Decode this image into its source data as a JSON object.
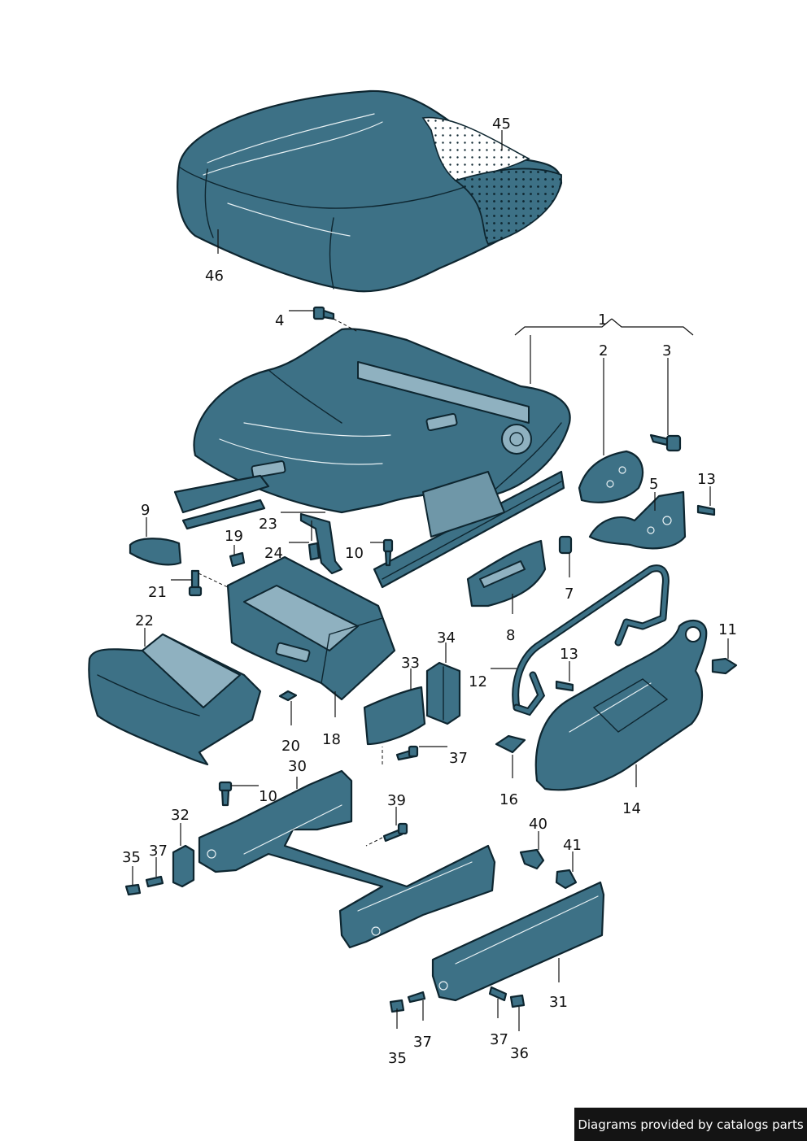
{
  "diagram": {
    "callouts": [
      "45",
      "46",
      "4",
      "1",
      "2",
      "3",
      "13",
      "5",
      "9",
      "23",
      "19",
      "24",
      "10",
      "7",
      "21",
      "22",
      "34",
      "33",
      "12",
      "8",
      "13",
      "11",
      "20",
      "18",
      "37",
      "16",
      "14",
      "30",
      "10",
      "39",
      "32",
      "40",
      "41",
      "35",
      "37",
      "31",
      "35",
      "37",
      "37",
      "36"
    ]
  },
  "footer": {
    "credit": "Diagrams provided by catalogs parts"
  },
  "colors": {
    "part_fill": "#3d7186",
    "outline": "#0e2630",
    "footer_bg": "#141414"
  }
}
